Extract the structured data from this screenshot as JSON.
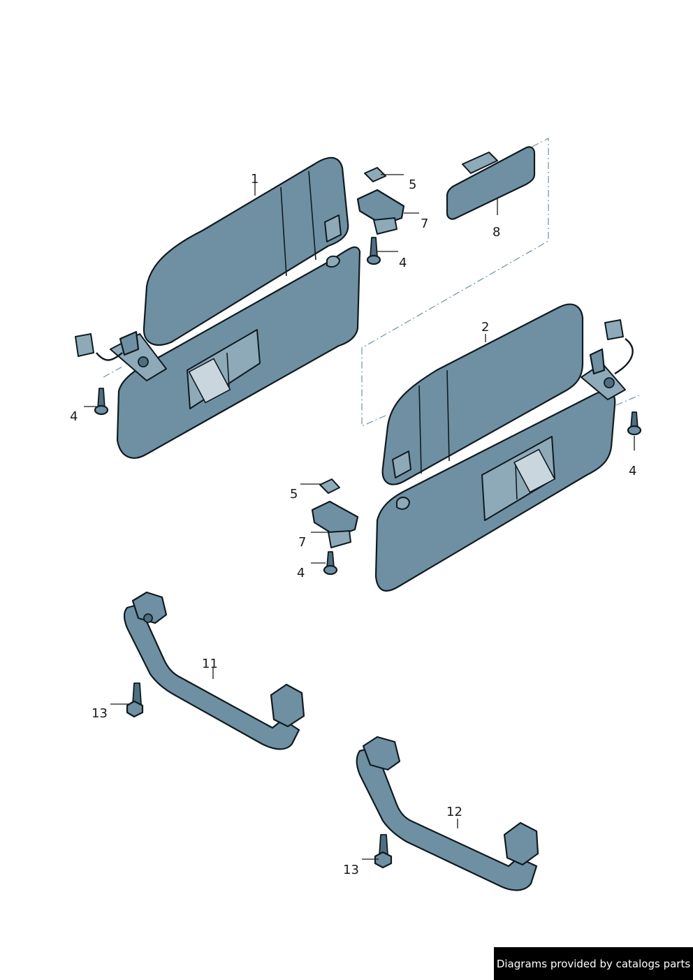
{
  "callouts": {
    "c1": "1",
    "c2": "2",
    "c4a": "4",
    "c4b": "4",
    "c4c": "4",
    "c4d": "4",
    "c5a": "5",
    "c5b": "5",
    "c7a": "7",
    "c7b": "7",
    "c8": "8",
    "c11": "11",
    "c12": "12",
    "c13a": "13",
    "c13b": "13"
  },
  "footer": {
    "credit": "Diagrams provided by catalogs parts"
  },
  "colors": {
    "part_fill": "#6f90a2",
    "outline": "#0f1a20",
    "footer_bg": "#000000"
  }
}
